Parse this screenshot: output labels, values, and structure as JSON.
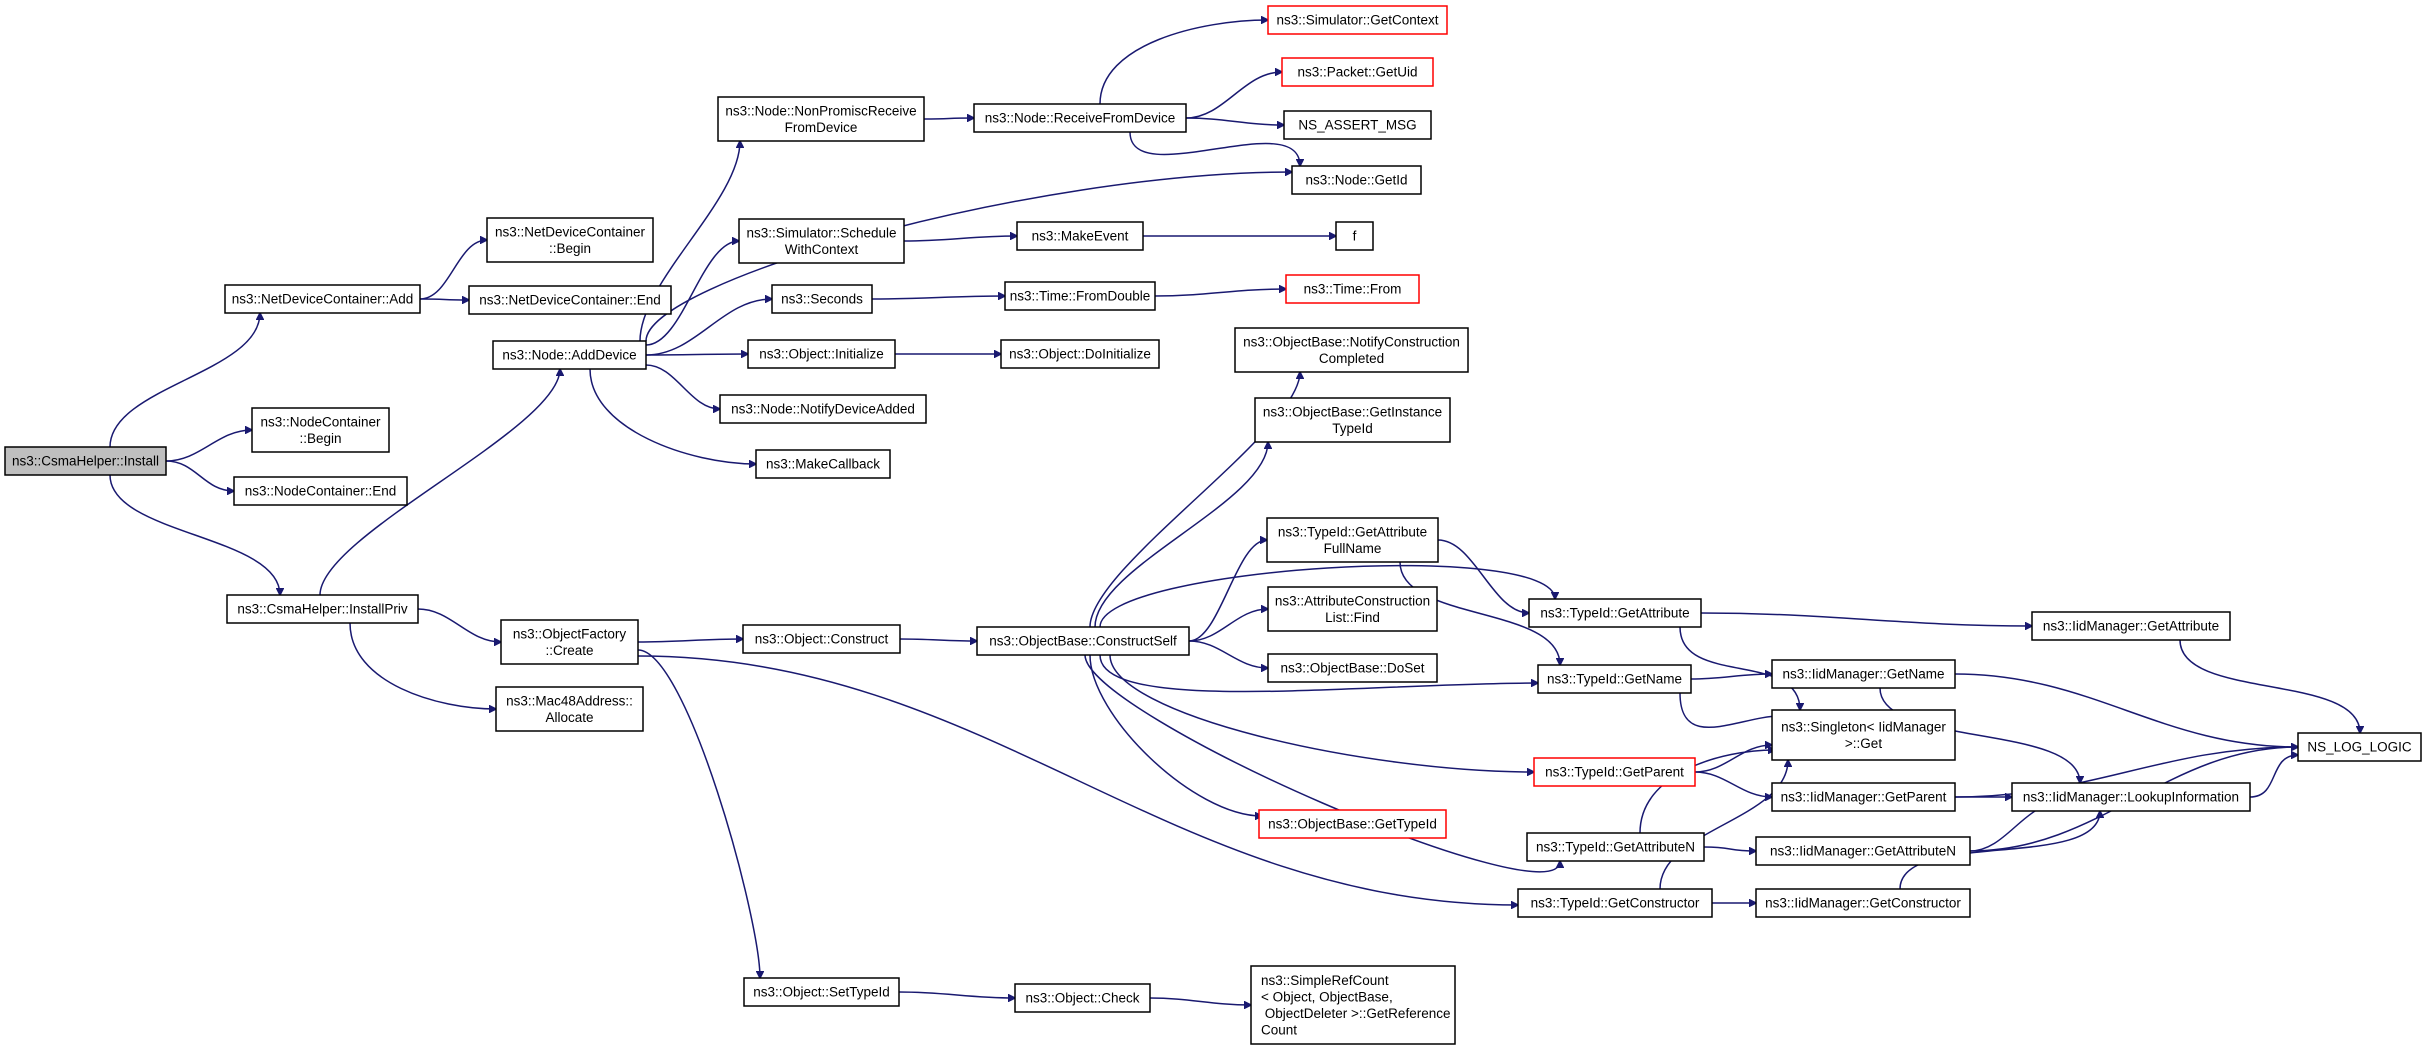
{
  "graph": {
    "root": "ns3::CsmaHelper::Install",
    "nodes": [
      {
        "id": "n_install",
        "label": "ns3::CsmaHelper::Install",
        "style": "root"
      },
      {
        "id": "n_ndc_add",
        "label": "ns3::NetDeviceContainer::Add"
      },
      {
        "id": "n_ndc_begin",
        "label": "ns3::NetDeviceContainer\n::Begin"
      },
      {
        "id": "n_ndc_end",
        "label": "ns3::NetDeviceContainer::End"
      },
      {
        "id": "n_nc_begin",
        "label": "ns3::NodeContainer\n::Begin"
      },
      {
        "id": "n_nc_end",
        "label": "ns3::NodeContainer::End"
      },
      {
        "id": "n_installpriv",
        "label": "ns3::CsmaHelper::InstallPriv"
      },
      {
        "id": "n_adddevice",
        "label": "ns3::Node::AddDevice"
      },
      {
        "id": "n_nonpromisc",
        "label": "ns3::Node::NonPromiscReceive\nFromDevice"
      },
      {
        "id": "n_recvfromdev",
        "label": "ns3::Node::ReceiveFromDevice"
      },
      {
        "id": "n_getcontext",
        "label": "ns3::Simulator::GetContext",
        "style": "red"
      },
      {
        "id": "n_getuid",
        "label": "ns3::Packet::GetUid",
        "style": "red"
      },
      {
        "id": "n_assert",
        "label": "NS_ASSERT_MSG"
      },
      {
        "id": "n_getid",
        "label": "ns3::Node::GetId"
      },
      {
        "id": "n_schedule",
        "label": "ns3::Simulator::Schedule\nWithContext"
      },
      {
        "id": "n_makeevent",
        "label": "ns3::MakeEvent"
      },
      {
        "id": "n_f",
        "label": "f"
      },
      {
        "id": "n_seconds",
        "label": "ns3::Seconds"
      },
      {
        "id": "n_fromdouble",
        "label": "ns3::Time::FromDouble"
      },
      {
        "id": "n_timefrom",
        "label": "ns3::Time::From",
        "style": "red"
      },
      {
        "id": "n_obj_init",
        "label": "ns3::Object::Initialize"
      },
      {
        "id": "n_obj_doinit",
        "label": "ns3::Object::DoInitialize"
      },
      {
        "id": "n_notifydev",
        "label": "ns3::Node::NotifyDeviceAdded"
      },
      {
        "id": "n_makecb",
        "label": "ns3::MakeCallback"
      },
      {
        "id": "n_objfactory",
        "label": "ns3::ObjectFactory\n::Create"
      },
      {
        "id": "n_mac48",
        "label": "ns3::Mac48Address::\nAllocate"
      },
      {
        "id": "n_obj_construct",
        "label": "ns3::Object::Construct"
      },
      {
        "id": "n_constructself",
        "label": "ns3::ObjectBase::ConstructSelf"
      },
      {
        "id": "n_notifyconstr",
        "label": "ns3::ObjectBase::NotifyConstruction\nCompleted"
      },
      {
        "id": "n_getinsttid",
        "label": "ns3::ObjectBase::GetInstance\nTypeId"
      },
      {
        "id": "n_getattrfull",
        "label": "ns3::TypeId::GetAttribute\nFullName"
      },
      {
        "id": "n_attrconstr",
        "label": "ns3::AttributeConstruction\nList::Find"
      },
      {
        "id": "n_doset",
        "label": "ns3::ObjectBase::DoSet"
      },
      {
        "id": "n_gettypeid",
        "label": "ns3::ObjectBase::GetTypeId",
        "style": "red"
      },
      {
        "id": "n_tid_getattr",
        "label": "ns3::TypeId::GetAttribute"
      },
      {
        "id": "n_tid_getname",
        "label": "ns3::TypeId::GetName"
      },
      {
        "id": "n_tid_getparent",
        "label": "ns3::TypeId::GetParent",
        "style": "red"
      },
      {
        "id": "n_tid_getattrn",
        "label": "ns3::TypeId::GetAttributeN"
      },
      {
        "id": "n_tid_getconstr",
        "label": "ns3::TypeId::GetConstructor"
      },
      {
        "id": "n_iid_getattr",
        "label": "ns3::IidManager::GetAttribute"
      },
      {
        "id": "n_iid_getname",
        "label": "ns3::IidManager::GetName"
      },
      {
        "id": "n_singleton",
        "label": "ns3::Singleton< IidManager\n>::Get"
      },
      {
        "id": "n_iid_getparent",
        "label": "ns3::IidManager::GetParent"
      },
      {
        "id": "n_iid_getattrn",
        "label": "ns3::IidManager::GetAttributeN"
      },
      {
        "id": "n_iid_getconstr",
        "label": "ns3::IidManager::GetConstructor"
      },
      {
        "id": "n_iid_lookup",
        "label": "ns3::IidManager::LookupInformation"
      },
      {
        "id": "n_nslog",
        "label": "NS_LOG_LOGIC"
      },
      {
        "id": "n_settypeid",
        "label": "ns3::Object::SetTypeId"
      },
      {
        "id": "n_check",
        "label": "ns3::Object::Check"
      },
      {
        "id": "n_getrefcount",
        "label": "ns3::SimpleRefCount\n< Object, ObjectBase,\n ObjectDeleter >::GetReference\nCount"
      }
    ],
    "edges": [
      [
        "n_install",
        "n_ndc_add"
      ],
      [
        "n_install",
        "n_nc_begin"
      ],
      [
        "n_install",
        "n_nc_end"
      ],
      [
        "n_install",
        "n_installpriv"
      ],
      [
        "n_ndc_add",
        "n_ndc_begin"
      ],
      [
        "n_ndc_add",
        "n_ndc_end"
      ],
      [
        "n_installpriv",
        "n_adddevice"
      ],
      [
        "n_installpriv",
        "n_objfactory"
      ],
      [
        "n_installpriv",
        "n_mac48"
      ],
      [
        "n_adddevice",
        "n_nonpromisc"
      ],
      [
        "n_adddevice",
        "n_getid"
      ],
      [
        "n_adddevice",
        "n_schedule"
      ],
      [
        "n_adddevice",
        "n_seconds"
      ],
      [
        "n_adddevice",
        "n_obj_init"
      ],
      [
        "n_adddevice",
        "n_notifydev"
      ],
      [
        "n_adddevice",
        "n_makecb"
      ],
      [
        "n_nonpromisc",
        "n_recvfromdev"
      ],
      [
        "n_recvfromdev",
        "n_getcontext"
      ],
      [
        "n_recvfromdev",
        "n_getuid"
      ],
      [
        "n_recvfromdev",
        "n_assert"
      ],
      [
        "n_recvfromdev",
        "n_getid"
      ],
      [
        "n_schedule",
        "n_makeevent"
      ],
      [
        "n_makeevent",
        "n_f"
      ],
      [
        "n_seconds",
        "n_fromdouble"
      ],
      [
        "n_fromdouble",
        "n_timefrom"
      ],
      [
        "n_obj_init",
        "n_obj_doinit"
      ],
      [
        "n_objfactory",
        "n_obj_construct"
      ],
      [
        "n_objfactory",
        "n_settypeid"
      ],
      [
        "n_objfactory",
        "n_tid_getconstr"
      ],
      [
        "n_obj_construct",
        "n_constructself"
      ],
      [
        "n_constructself",
        "n_notifyconstr"
      ],
      [
        "n_constructself",
        "n_getinsttid"
      ],
      [
        "n_constructself",
        "n_tid_getattr"
      ],
      [
        "n_constructself",
        "n_getattrfull"
      ],
      [
        "n_constructself",
        "n_attrconstr"
      ],
      [
        "n_constructself",
        "n_doset"
      ],
      [
        "n_constructself",
        "n_tid_getname"
      ],
      [
        "n_constructself",
        "n_tid_getparent"
      ],
      [
        "n_constructself",
        "n_gettypeid"
      ],
      [
        "n_constructself",
        "n_tid_getattrn"
      ],
      [
        "n_getattrfull",
        "n_tid_getattr"
      ],
      [
        "n_getattrfull",
        "n_tid_getname"
      ],
      [
        "n_tid_getattr",
        "n_iid_getattr"
      ],
      [
        "n_tid_getattr",
        "n_singleton"
      ],
      [
        "n_tid_getname",
        "n_iid_getname"
      ],
      [
        "n_tid_getname",
        "n_singleton"
      ],
      [
        "n_tid_getparent",
        "n_singleton"
      ],
      [
        "n_tid_getparent",
        "n_iid_getparent"
      ],
      [
        "n_tid_getattrn",
        "n_singleton"
      ],
      [
        "n_tid_getattrn",
        "n_iid_getattrn"
      ],
      [
        "n_tid_getconstr",
        "n_singleton"
      ],
      [
        "n_tid_getconstr",
        "n_iid_getconstr"
      ],
      [
        "n_iid_getattr",
        "n_nslog"
      ],
      [
        "n_iid_getname",
        "n_nslog"
      ],
      [
        "n_iid_getname",
        "n_iid_lookup"
      ],
      [
        "n_iid_getparent",
        "n_nslog"
      ],
      [
        "n_iid_getparent",
        "n_iid_lookup"
      ],
      [
        "n_iid_getattrn",
        "n_iid_lookup"
      ],
      [
        "n_iid_getattrn",
        "n_nslog"
      ],
      [
        "n_iid_getconstr",
        "n_iid_lookup"
      ],
      [
        "n_iid_lookup",
        "n_nslog"
      ],
      [
        "n_settypeid",
        "n_check"
      ],
      [
        "n_check",
        "n_getrefcount"
      ]
    ]
  },
  "colors": {
    "edge": "#191970",
    "box_border": "#000000",
    "box_border_undocumented": "#ff0000",
    "root_fill": "#bfbfbf",
    "box_fill": "#ffffff"
  }
}
